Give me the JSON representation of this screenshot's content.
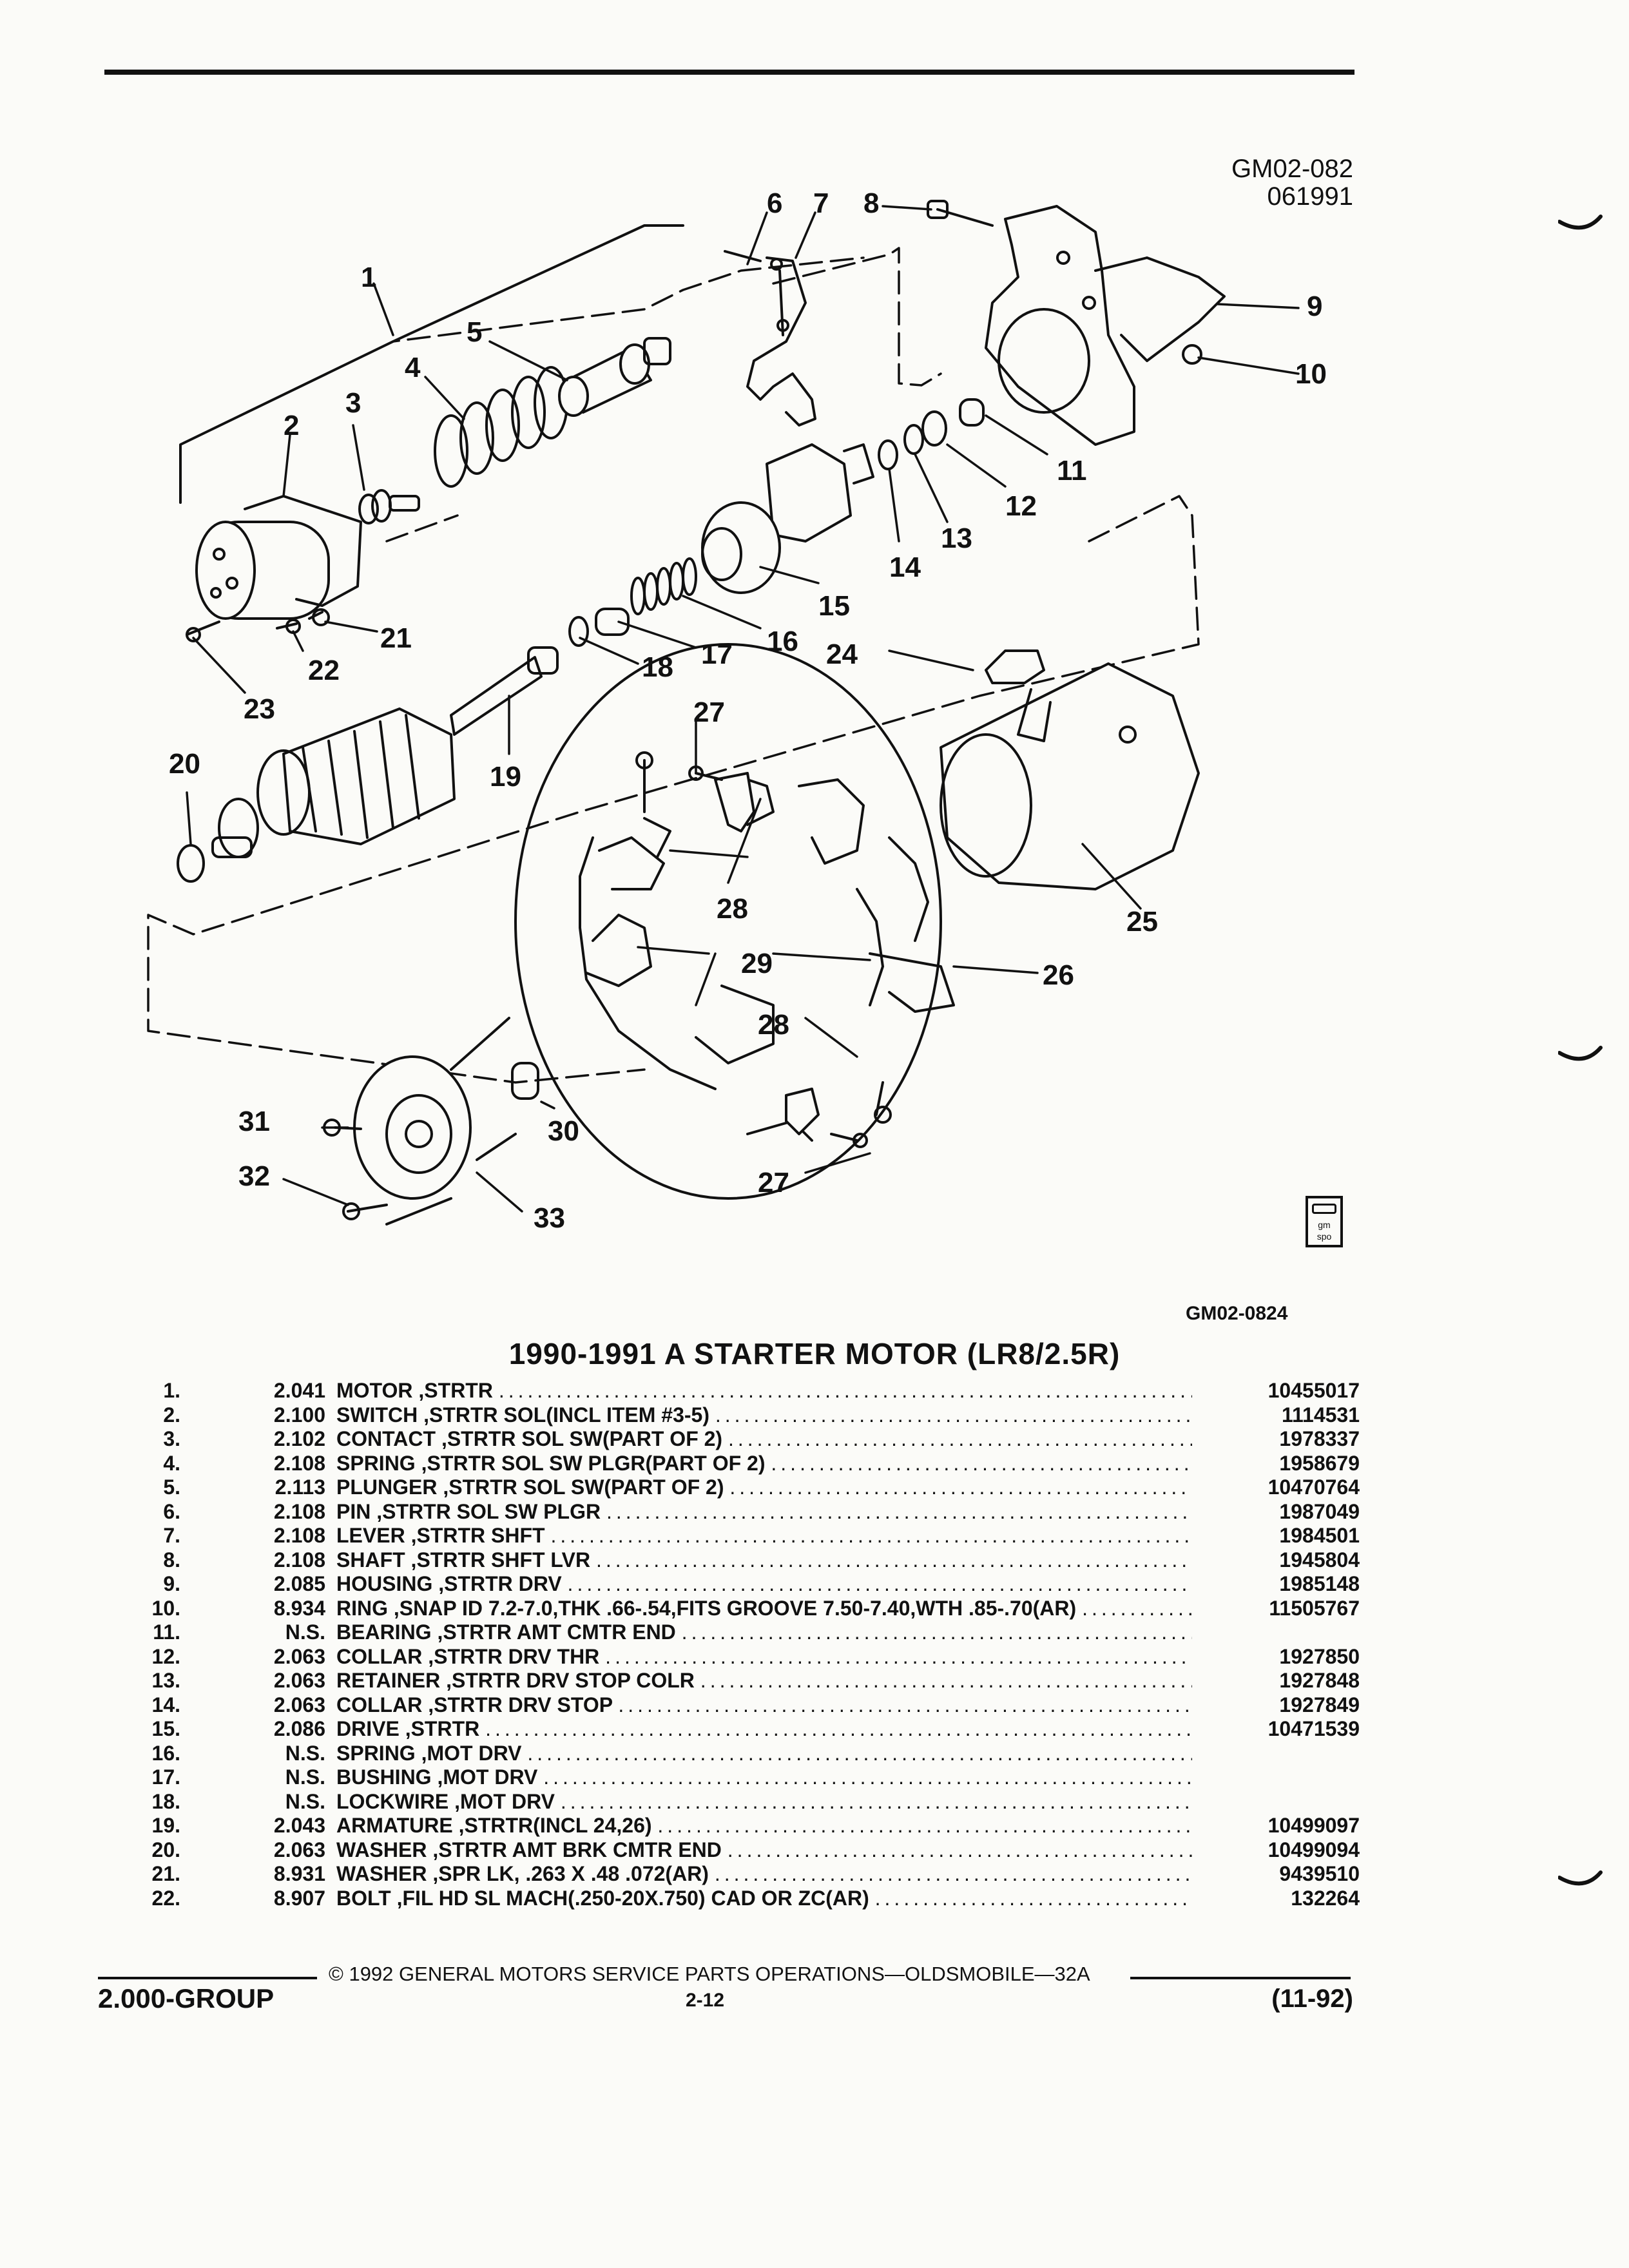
{
  "header": {
    "diagram_code": "GM02-082",
    "diagram_date": "061991"
  },
  "diagram": {
    "callouts": [
      "1",
      "2",
      "3",
      "4",
      "5",
      "6",
      "7",
      "8",
      "9",
      "10",
      "11",
      "12",
      "13",
      "14",
      "15",
      "16",
      "17",
      "18",
      "19",
      "20",
      "21",
      "22",
      "23",
      "24",
      "25",
      "26",
      "27",
      "27",
      "28",
      "28",
      "29",
      "30",
      "31",
      "32",
      "33"
    ],
    "logo_text_1": "gm",
    "logo_text_2": "spo"
  },
  "figure_ref": "GM02-0824",
  "title": "1990-1991 A STARTER MOTOR (LR8/2.5R)",
  "parts": [
    {
      "no": "1.",
      "group": "2.041",
      "name": "MOTOR",
      "desc": ",STRTR",
      "part": "10455017"
    },
    {
      "no": "2.",
      "group": "2.100",
      "name": "SWITCH",
      "desc": ",STRTR SOL(INCL ITEM #3-5)",
      "part": "1114531"
    },
    {
      "no": "3.",
      "group": "2.102",
      "name": "CONTACT",
      "desc": ",STRTR SOL SW(PART OF 2)",
      "part": "1978337"
    },
    {
      "no": "4.",
      "group": "2.108",
      "name": "SPRING",
      "desc": ",STRTR SOL SW PLGR(PART OF 2)",
      "part": "1958679"
    },
    {
      "no": "5.",
      "group": "2.113",
      "name": "PLUNGER",
      "desc": ",STRTR SOL SW(PART OF 2)",
      "part": "10470764"
    },
    {
      "no": "6.",
      "group": "2.108",
      "name": "PIN",
      "desc": ",STRTR SOL SW PLGR",
      "part": "1987049"
    },
    {
      "no": "7.",
      "group": "2.108",
      "name": "LEVER",
      "desc": ",STRTR SHFT",
      "part": "1984501"
    },
    {
      "no": "8.",
      "group": "2.108",
      "name": "SHAFT",
      "desc": ",STRTR SHFT LVR",
      "part": "1945804"
    },
    {
      "no": "9.",
      "group": "2.085",
      "name": "HOUSING",
      "desc": ",STRTR DRV",
      "part": "1985148"
    },
    {
      "no": "10.",
      "group": "8.934",
      "name": "RING",
      "desc": ",SNAP ID 7.2-7.0,THK .66-.54,FITS GROOVE 7.50-7.40,WTH .85-.70(AR)",
      "part": "11505767"
    },
    {
      "no": "11.",
      "group": "N.S.",
      "name": "BEARING",
      "desc": ",STRTR AMT CMTR END",
      "part": ""
    },
    {
      "no": "12.",
      "group": "2.063",
      "name": "COLLAR",
      "desc": ",STRTR DRV THR",
      "part": "1927850"
    },
    {
      "no": "13.",
      "group": "2.063",
      "name": "RETAINER",
      "desc": ",STRTR DRV STOP COLR",
      "part": "1927848"
    },
    {
      "no": "14.",
      "group": "2.063",
      "name": "COLLAR",
      "desc": ",STRTR DRV STOP",
      "part": "1927849"
    },
    {
      "no": "15.",
      "group": "2.086",
      "name": "DRIVE",
      "desc": ",STRTR",
      "part": "10471539"
    },
    {
      "no": "16.",
      "group": "N.S.",
      "name": "SPRING",
      "desc": ",MOT DRV",
      "part": ""
    },
    {
      "no": "17.",
      "group": "N.S.",
      "name": "BUSHING",
      "desc": ",MOT DRV",
      "part": ""
    },
    {
      "no": "18.",
      "group": "N.S.",
      "name": "LOCKWIRE",
      "desc": ",MOT DRV",
      "part": ""
    },
    {
      "no": "19.",
      "group": "2.043",
      "name": "ARMATURE",
      "desc": ",STRTR(INCL 24,26)",
      "part": "10499097"
    },
    {
      "no": "20.",
      "group": "2.063",
      "name": "WASHER",
      "desc": ",STRTR AMT BRK CMTR END",
      "part": "10499094"
    },
    {
      "no": "21.",
      "group": "8.931",
      "name": "WASHER",
      "desc": ",SPR LK, .263 X .48 .072(AR)",
      "part": "9439510"
    },
    {
      "no": "22.",
      "group": "8.907",
      "name": "BOLT",
      "desc": ",FIL HD SL MACH(.250-20X.750) CAD OR ZC(AR)",
      "part": "132264"
    }
  ],
  "footer": {
    "copyright": "© 1992 GENERAL MOTORS SERVICE PARTS OPERATIONS—OLDSMOBILE—32A",
    "group": "2.000-GROUP",
    "page": "2-12",
    "revision": "(11-92)"
  }
}
